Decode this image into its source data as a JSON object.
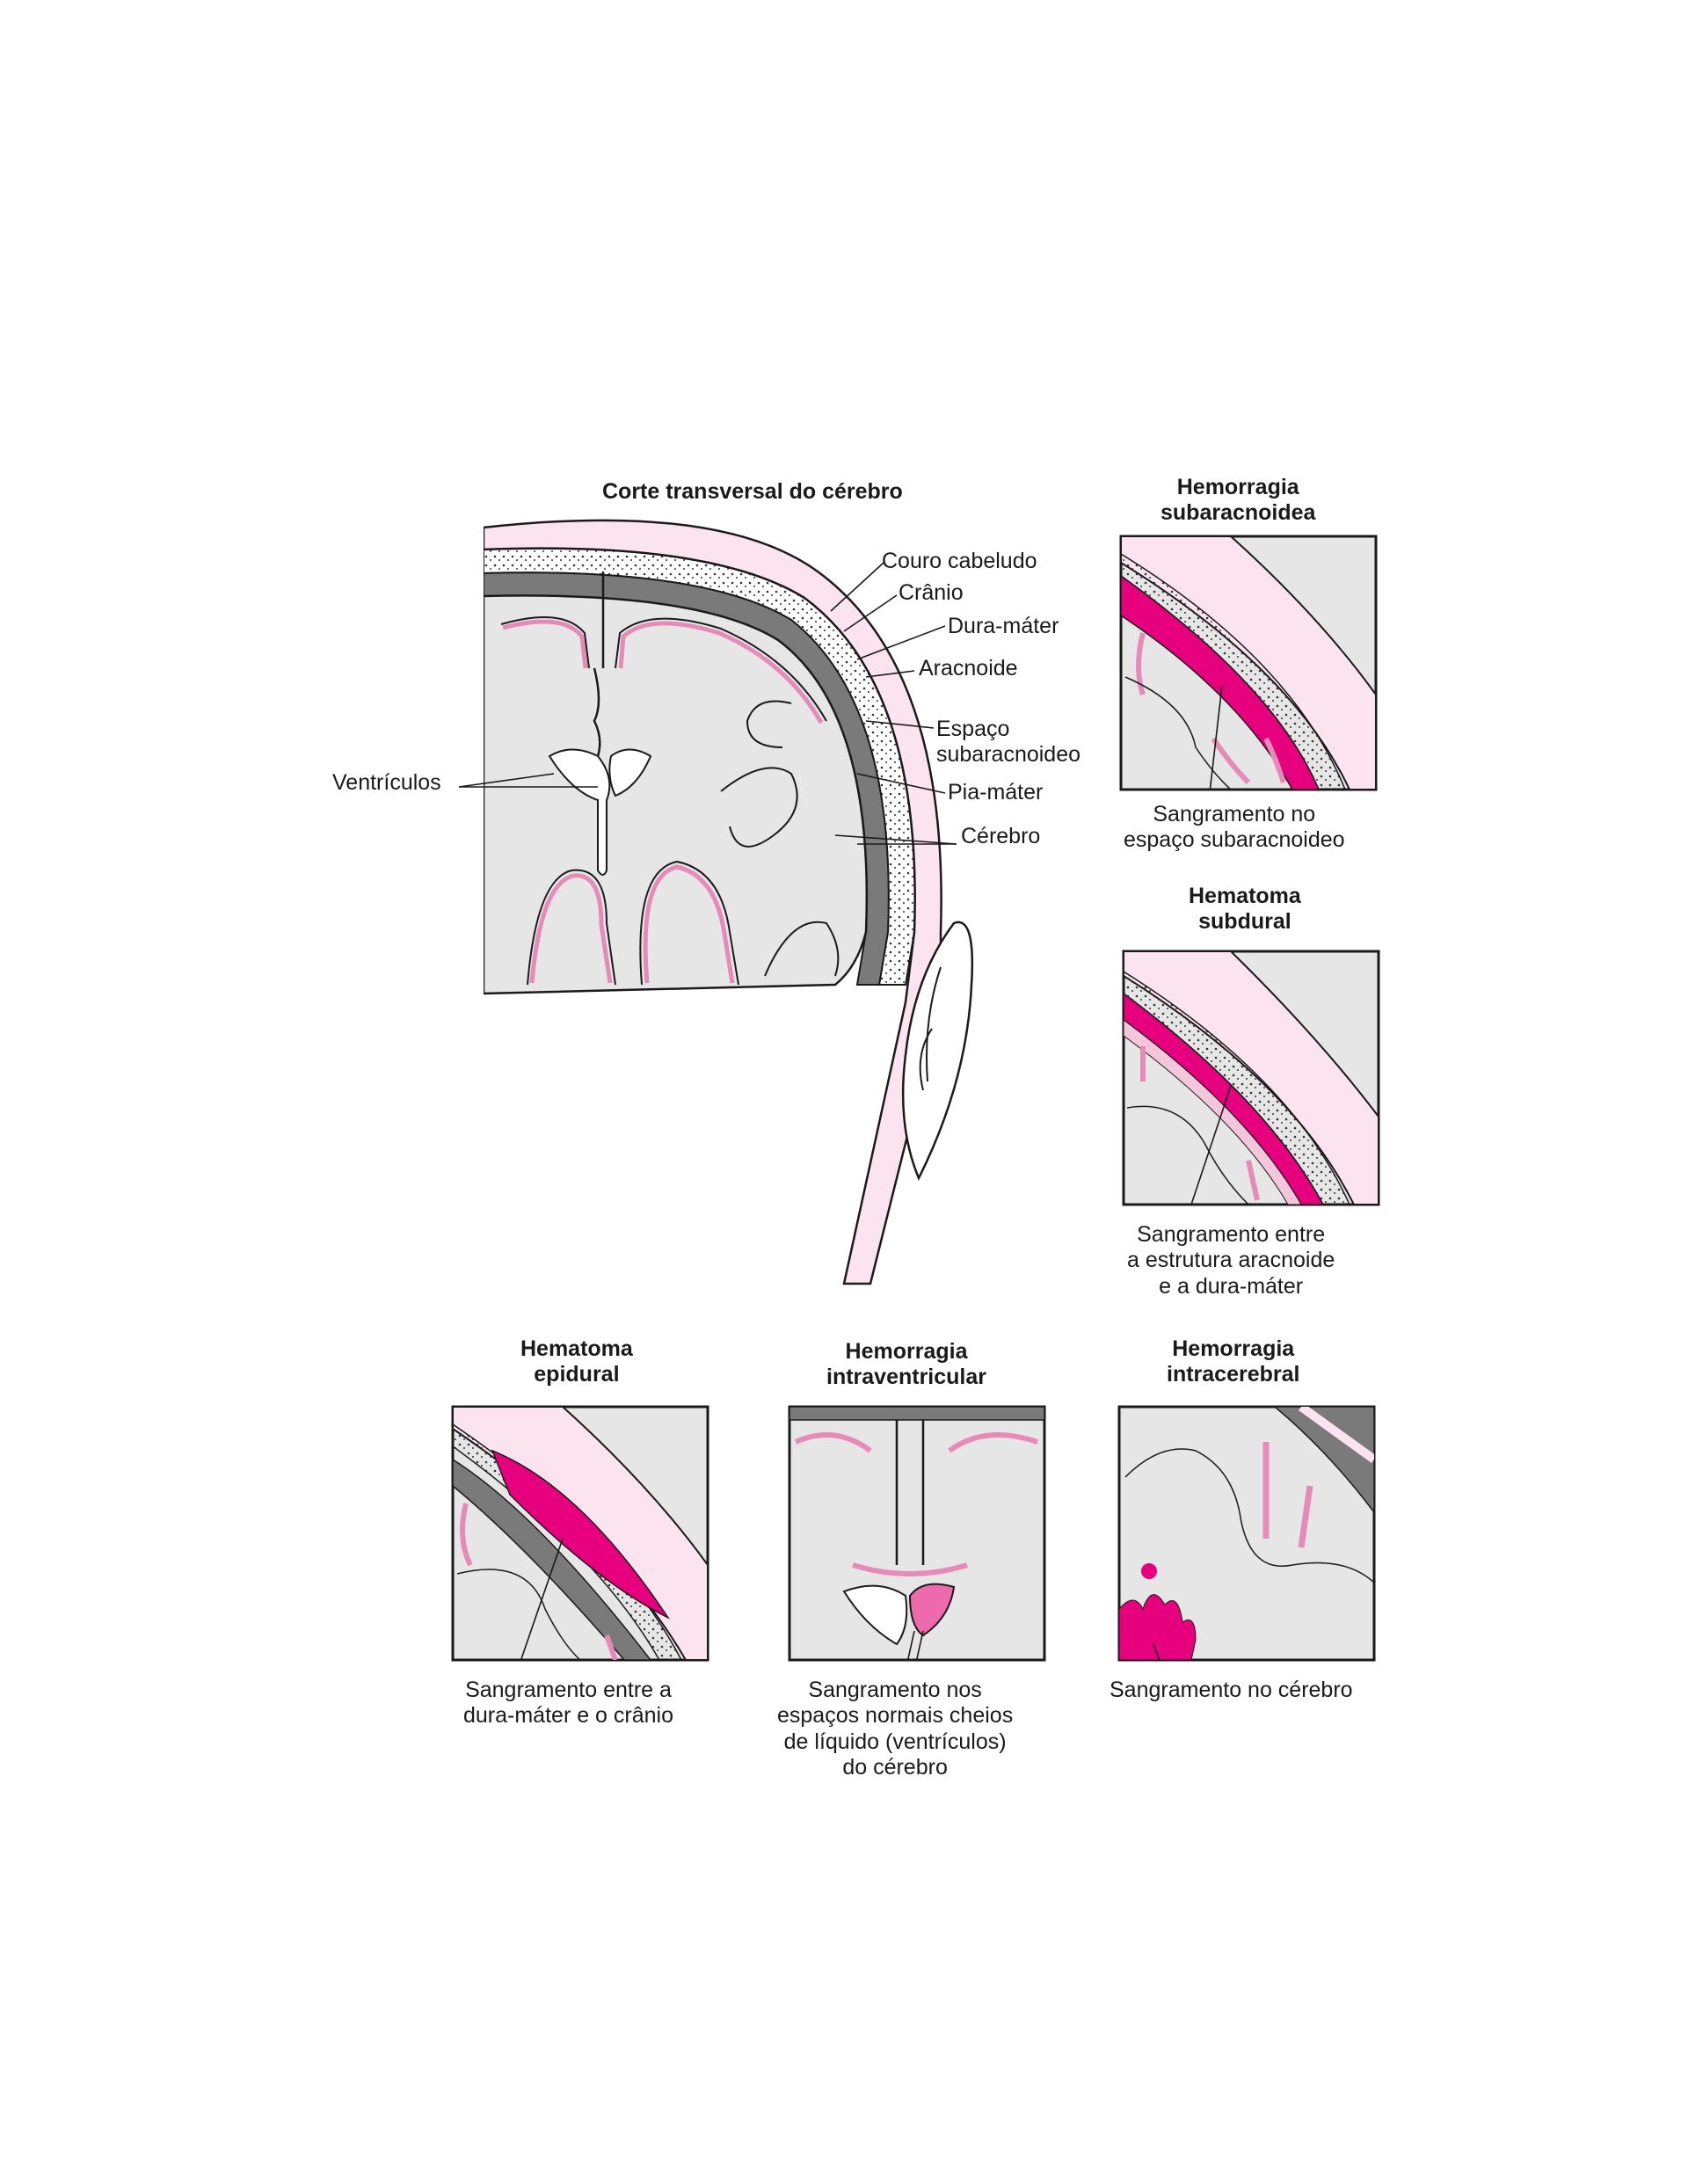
{
  "main": {
    "title": "Corte transversal do cérebro",
    "labels": {
      "scalp": "Couro cabeludo",
      "skull": "Crânio",
      "dura": "Dura-máter",
      "arachnoid": "Aracnoide",
      "subarachnoid_space": "Espaço\nsubaracnoideo",
      "pia": "Pia-máter",
      "brain": "Cérebro",
      "ventricles": "Ventrículos"
    }
  },
  "panels": [
    {
      "id": "subarachnoid",
      "title": "Hemorragia\nsubaracnoidea",
      "caption": "Sangramento no\nespaço subaracnoideo"
    },
    {
      "id": "subdural",
      "title": "Hematoma\nsubdural",
      "caption": "Sangramento entre\na estrutura aracnoide\ne a dura-máter"
    },
    {
      "id": "epidural",
      "title": "Hematoma\nepidural",
      "caption": "Sangramento entre a\ndura-máter e o crânio"
    },
    {
      "id": "intraventricular",
      "title": "Hemorragia\nintraventricular",
      "caption": "Sangramento nos\nespaços normais cheios\nde líquido (ventrículos)\ndo cérebro"
    },
    {
      "id": "intracerebral",
      "title": "Hemorragia\nintracerebral",
      "caption": "Sangramento no cérebro"
    }
  ],
  "colors": {
    "blood": "#e6007e",
    "membrane_pink": "#f4c6dc",
    "brain_gray": "#e6e6e6",
    "dark_gray": "#6b6b6b",
    "line": "#1a1a1a"
  }
}
